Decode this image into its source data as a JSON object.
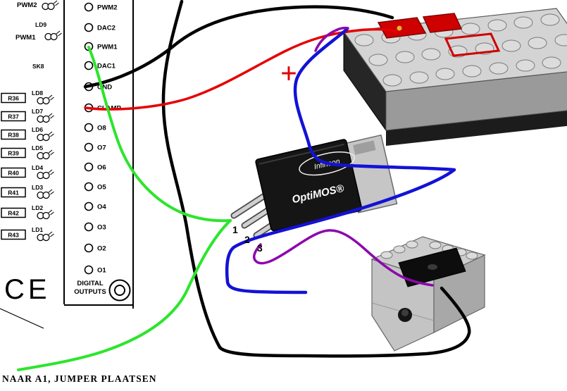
{
  "board": {
    "pwm2_top_label": "PWM2",
    "ld9_label": "LD9",
    "pwm1_left_label": "PWM1",
    "sk8_label": "SK8",
    "pins": [
      "PWM2",
      "DAC2",
      "PWM1",
      "DAC1",
      "GND",
      "CLAMP",
      "O8",
      "O7",
      "O6",
      "O5",
      "O4",
      "O3",
      "O2",
      "O1"
    ],
    "resistors": [
      "R36",
      "R37",
      "R38",
      "R39",
      "R40",
      "R41",
      "R42",
      "R43"
    ],
    "led_labels": [
      "LD8",
      "LD7",
      "LD6",
      "LD5",
      "LD4",
      "LD3",
      "LD2",
      "LD1"
    ],
    "digital_line1": "DIGITAL",
    "digital_line2": "OUTPUTS",
    "ce_mark": "CE"
  },
  "mosfet": {
    "brand": "Infineon",
    "series": "OptiMOS®",
    "pin1": "1",
    "pin2": "2",
    "pin3": "3"
  },
  "annotations": {
    "plus": "+",
    "note": "NAAR A1, JUMPER PLAATSEN"
  },
  "wire_colors": {
    "black": "#000000",
    "red": "#e60000",
    "green": "#2ce52c",
    "blue": "#1212d6",
    "purple": "#8d07ad"
  }
}
